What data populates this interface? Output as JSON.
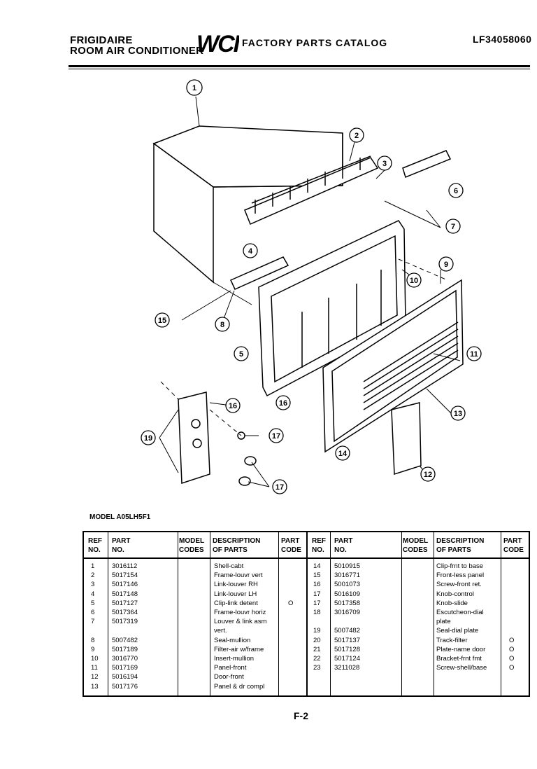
{
  "header": {
    "brand_line1": "FRIGIDAIRE",
    "brand_line2": "ROOM AIR CONDITIONER",
    "logo": "WCI",
    "catalog": "FACTORY PARTS CATALOG",
    "part_number": "LF34058060"
  },
  "diagram": {
    "callouts": [
      "1",
      "2",
      "3",
      "4",
      "5",
      "6",
      "7",
      "8",
      "9",
      "10",
      "11",
      "12",
      "13",
      "14",
      "15",
      "16",
      "17",
      "19"
    ]
  },
  "model": "MODEL A05LH5F1",
  "table": {
    "headers": {
      "ref_no": [
        "REF",
        "NO."
      ],
      "part_no": [
        "PART",
        "NO."
      ],
      "model_codes": [
        "MODEL",
        "CODES"
      ],
      "description": [
        "DESCRIPTION",
        "OF PARTS"
      ],
      "part_code": [
        "PART",
        "CODE"
      ]
    },
    "left_rows": [
      {
        "ref": "1",
        "part": "3016112",
        "desc": "Shell-cabt",
        "code": ""
      },
      {
        "ref": "2",
        "part": "5017154",
        "desc": "Frame-louvr vert",
        "code": ""
      },
      {
        "ref": "3",
        "part": "5017146",
        "desc": "Link-louver RH",
        "code": ""
      },
      {
        "ref": "4",
        "part": "5017148",
        "desc": "Link-louver LH",
        "code": ""
      },
      {
        "ref": "5",
        "part": "5017127",
        "desc": "Clip-link detent",
        "code": "O"
      },
      {
        "ref": "6",
        "part": "5017364",
        "desc": "Frame-louvr horiz",
        "code": ""
      },
      {
        "ref": "7",
        "part": "5017319",
        "desc": "Louver & link asm",
        "code": ""
      },
      {
        "ref": "",
        "part": "",
        "desc": "vert.",
        "code": ""
      },
      {
        "ref": "8",
        "part": "5007482",
        "desc": "Seal-mullion",
        "code": ""
      },
      {
        "ref": "9",
        "part": "5017189",
        "desc": "Filter-air w/frame",
        "code": ""
      },
      {
        "ref": "10",
        "part": "3016770",
        "desc": "Insert-mullion",
        "code": ""
      },
      {
        "ref": "11",
        "part": "5017169",
        "desc": "Panel-front",
        "code": ""
      },
      {
        "ref": "12",
        "part": "5016194",
        "desc": "Door-front",
        "code": ""
      },
      {
        "ref": "13",
        "part": "5017176",
        "desc": "Panel & dr compl",
        "code": ""
      }
    ],
    "right_rows": [
      {
        "ref": "14",
        "part": "5010915",
        "desc": "Clip-frnt to base",
        "code": ""
      },
      {
        "ref": "15",
        "part": "3016771",
        "desc": "Front-less panel",
        "code": ""
      },
      {
        "ref": "16",
        "part": "5001073",
        "desc": "Screw-front ret.",
        "code": ""
      },
      {
        "ref": "17",
        "part": "5016109",
        "desc": "Knob-control",
        "code": ""
      },
      {
        "ref": "17",
        "part": "5017358",
        "desc": "Knob-slide",
        "code": ""
      },
      {
        "ref": "18",
        "part": "3016709",
        "desc": "Escutcheon-dial",
        "code": ""
      },
      {
        "ref": "",
        "part": "",
        "desc": "plate",
        "code": ""
      },
      {
        "ref": "19",
        "part": "5007482",
        "desc": "Seal-dial plate",
        "code": ""
      },
      {
        "ref": "20",
        "part": "5017137",
        "desc": "Track-filter",
        "code": "O"
      },
      {
        "ref": "21",
        "part": "5017128",
        "desc": "Plate-name door",
        "code": "O"
      },
      {
        "ref": "22",
        "part": "5017124",
        "desc": "Bracket-frnt fmt",
        "code": "O"
      },
      {
        "ref": "23",
        "part": "3211028",
        "desc": "Screw-shell/base",
        "code": "O"
      }
    ]
  },
  "page": "F-2"
}
